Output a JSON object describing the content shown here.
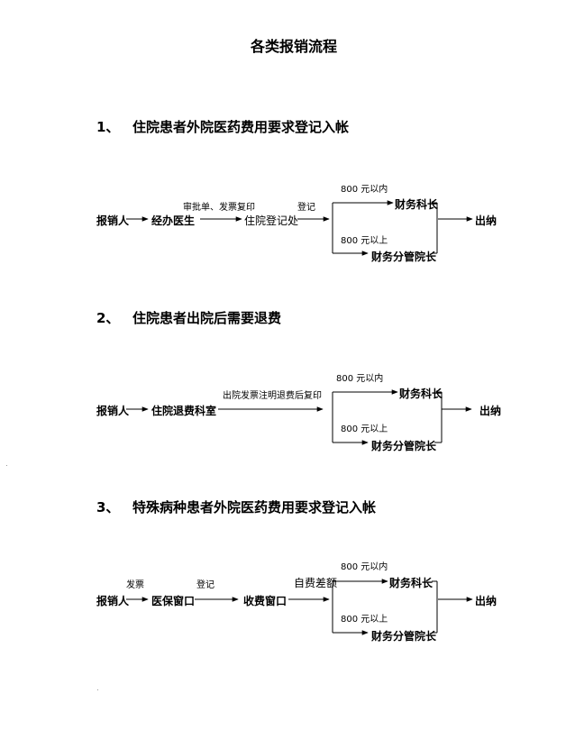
{
  "title": "各类报销流程",
  "sections": [
    {
      "number": "1、",
      "heading": "住院患者外院医药费用要求登记入帐",
      "nodes": [
        "报销人",
        "经办医生",
        "住院登记处",
        "财务科长",
        "财务分管院长",
        "出纳"
      ],
      "labels": [
        "审批单、发票复印",
        "登记",
        "800 元以内",
        "800 元以上"
      ]
    },
    {
      "number": "2、",
      "heading": "住院患者出院后需要退费",
      "nodes": [
        "报销人",
        "住院退费科室",
        "财务科长",
        "财务分管院长",
        "出纳"
      ],
      "labels": [
        "出院发票注明退费后复印",
        "800 元以内",
        "800 元以上"
      ]
    },
    {
      "number": "3、",
      "heading": "特殊病种患者外院医药费用要求登记入帐",
      "nodes": [
        "报销人",
        "医保窗口",
        "收费窗口",
        "财务科长",
        "财务分管院长",
        "出纳"
      ],
      "labels": [
        "发票",
        "登记",
        "自费差额",
        "800 元以内",
        "800 元以上"
      ]
    }
  ]
}
